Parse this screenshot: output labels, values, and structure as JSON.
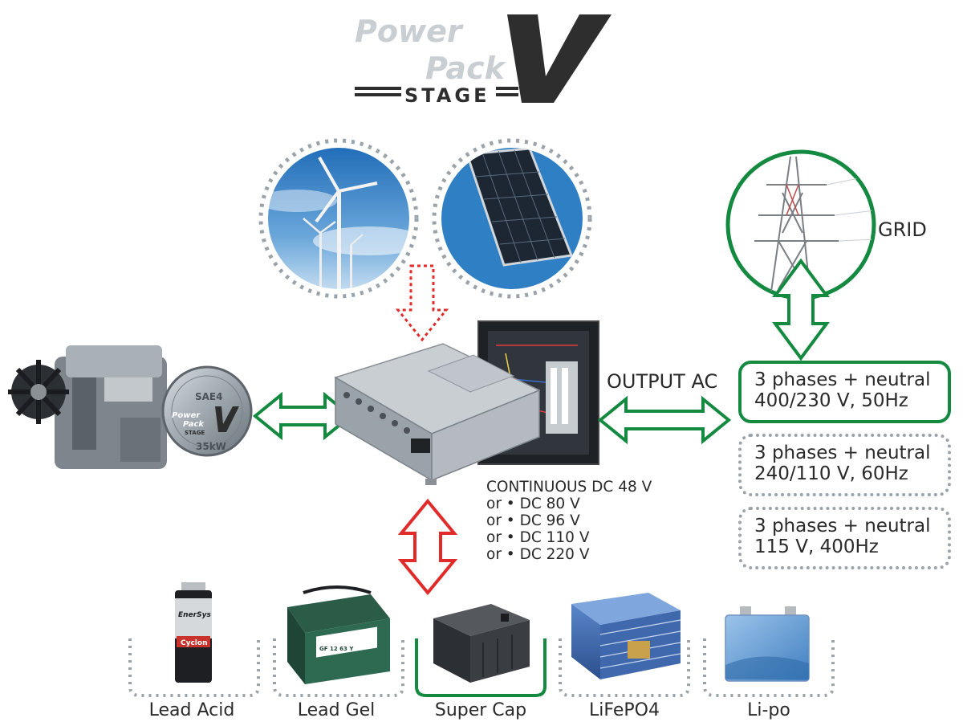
{
  "logo": {
    "line1": "Power",
    "line2": "Pack",
    "stage": "STAGE",
    "mark": "V"
  },
  "engine_plate": {
    "sae": "SAE4",
    "power": "35kW",
    "brand_line1": "Power",
    "brand_line2": "Pack",
    "brand_stage": "STAGE"
  },
  "sources": {
    "wind": {
      "icon": "wind-turbine-icon"
    },
    "solar": {
      "icon": "solar-panel-icon"
    }
  },
  "grid": {
    "label": "GRID",
    "icon": "power-pylon-icon"
  },
  "output": {
    "label": "OUTPUT AC",
    "options": [
      {
        "line1": "3 phases + neutral",
        "line2": "400/230 V, 50Hz"
      },
      {
        "line1": "3 phases + neutral",
        "line2": "240/110 V, 60Hz"
      },
      {
        "line1": "3 phases + neutral",
        "line2": "115 V, 400Hz"
      }
    ]
  },
  "dc": {
    "lines": [
      "CONTINUOUS DC 48 V",
      "or • DC 80 V",
      "or • DC 96 V",
      "or • DC 110 V",
      "or • DC 220 V"
    ]
  },
  "batteries": [
    {
      "label": "Lead Acid",
      "icon": "lead-acid-cell-icon",
      "print1": "EnerSys",
      "print2": "Cyclon"
    },
    {
      "label": "Lead Gel",
      "icon": "gel-battery-icon",
      "print1": "GF 12 63 Y"
    },
    {
      "label": "Super Cap",
      "icon": "supercap-module-icon"
    },
    {
      "label": "LiFePO4",
      "icon": "lifepo4-pack-icon"
    },
    {
      "label": "Li-po",
      "icon": "lipo-pouch-icon"
    }
  ],
  "colors": {
    "green": "#138a3f",
    "red": "#e12a2a",
    "dotted_grey": "#9aa3a9",
    "sky": "#2f7fc4"
  }
}
